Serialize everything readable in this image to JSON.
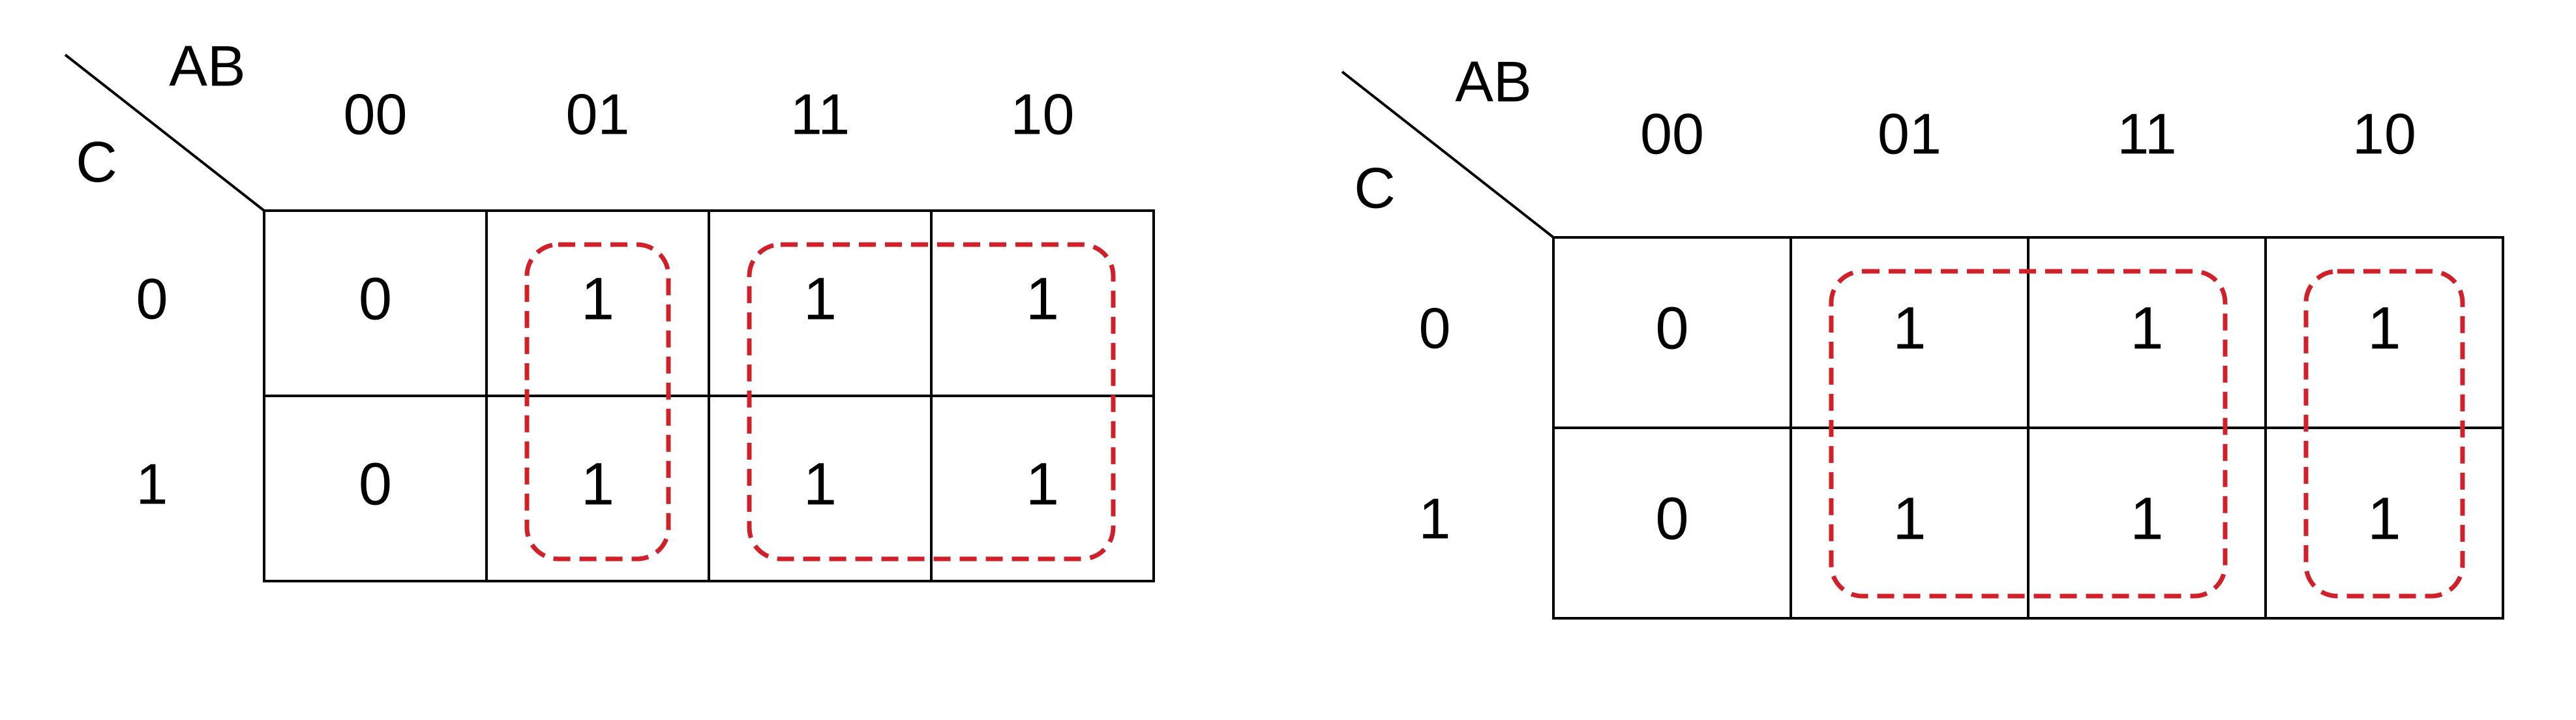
{
  "accent_color": "#d0202a",
  "kmaps": [
    {
      "corner_top_label": "AB",
      "corner_left_label": "C",
      "column_headers": [
        "00",
        "01",
        "11",
        "10"
      ],
      "row_headers": [
        "0",
        "1"
      ],
      "cells": [
        [
          "0",
          "1",
          "1",
          "1"
        ],
        [
          "0",
          "1",
          "1",
          "1"
        ]
      ],
      "groups": [
        {
          "row_start": 0,
          "row_end": 1,
          "col_start": 1,
          "col_end": 1
        },
        {
          "row_start": 0,
          "row_end": 1,
          "col_start": 2,
          "col_end": 3
        }
      ]
    },
    {
      "corner_top_label": "AB",
      "corner_left_label": "C",
      "column_headers": [
        "00",
        "01",
        "11",
        "10"
      ],
      "row_headers": [
        "0",
        "1"
      ],
      "cells": [
        [
          "0",
          "1",
          "1",
          "1"
        ],
        [
          "0",
          "1",
          "1",
          "1"
        ]
      ],
      "groups": [
        {
          "row_start": 0,
          "row_end": 1,
          "col_start": 1,
          "col_end": 2
        },
        {
          "row_start": 0,
          "row_end": 1,
          "col_start": 3,
          "col_end": 3
        }
      ]
    }
  ]
}
